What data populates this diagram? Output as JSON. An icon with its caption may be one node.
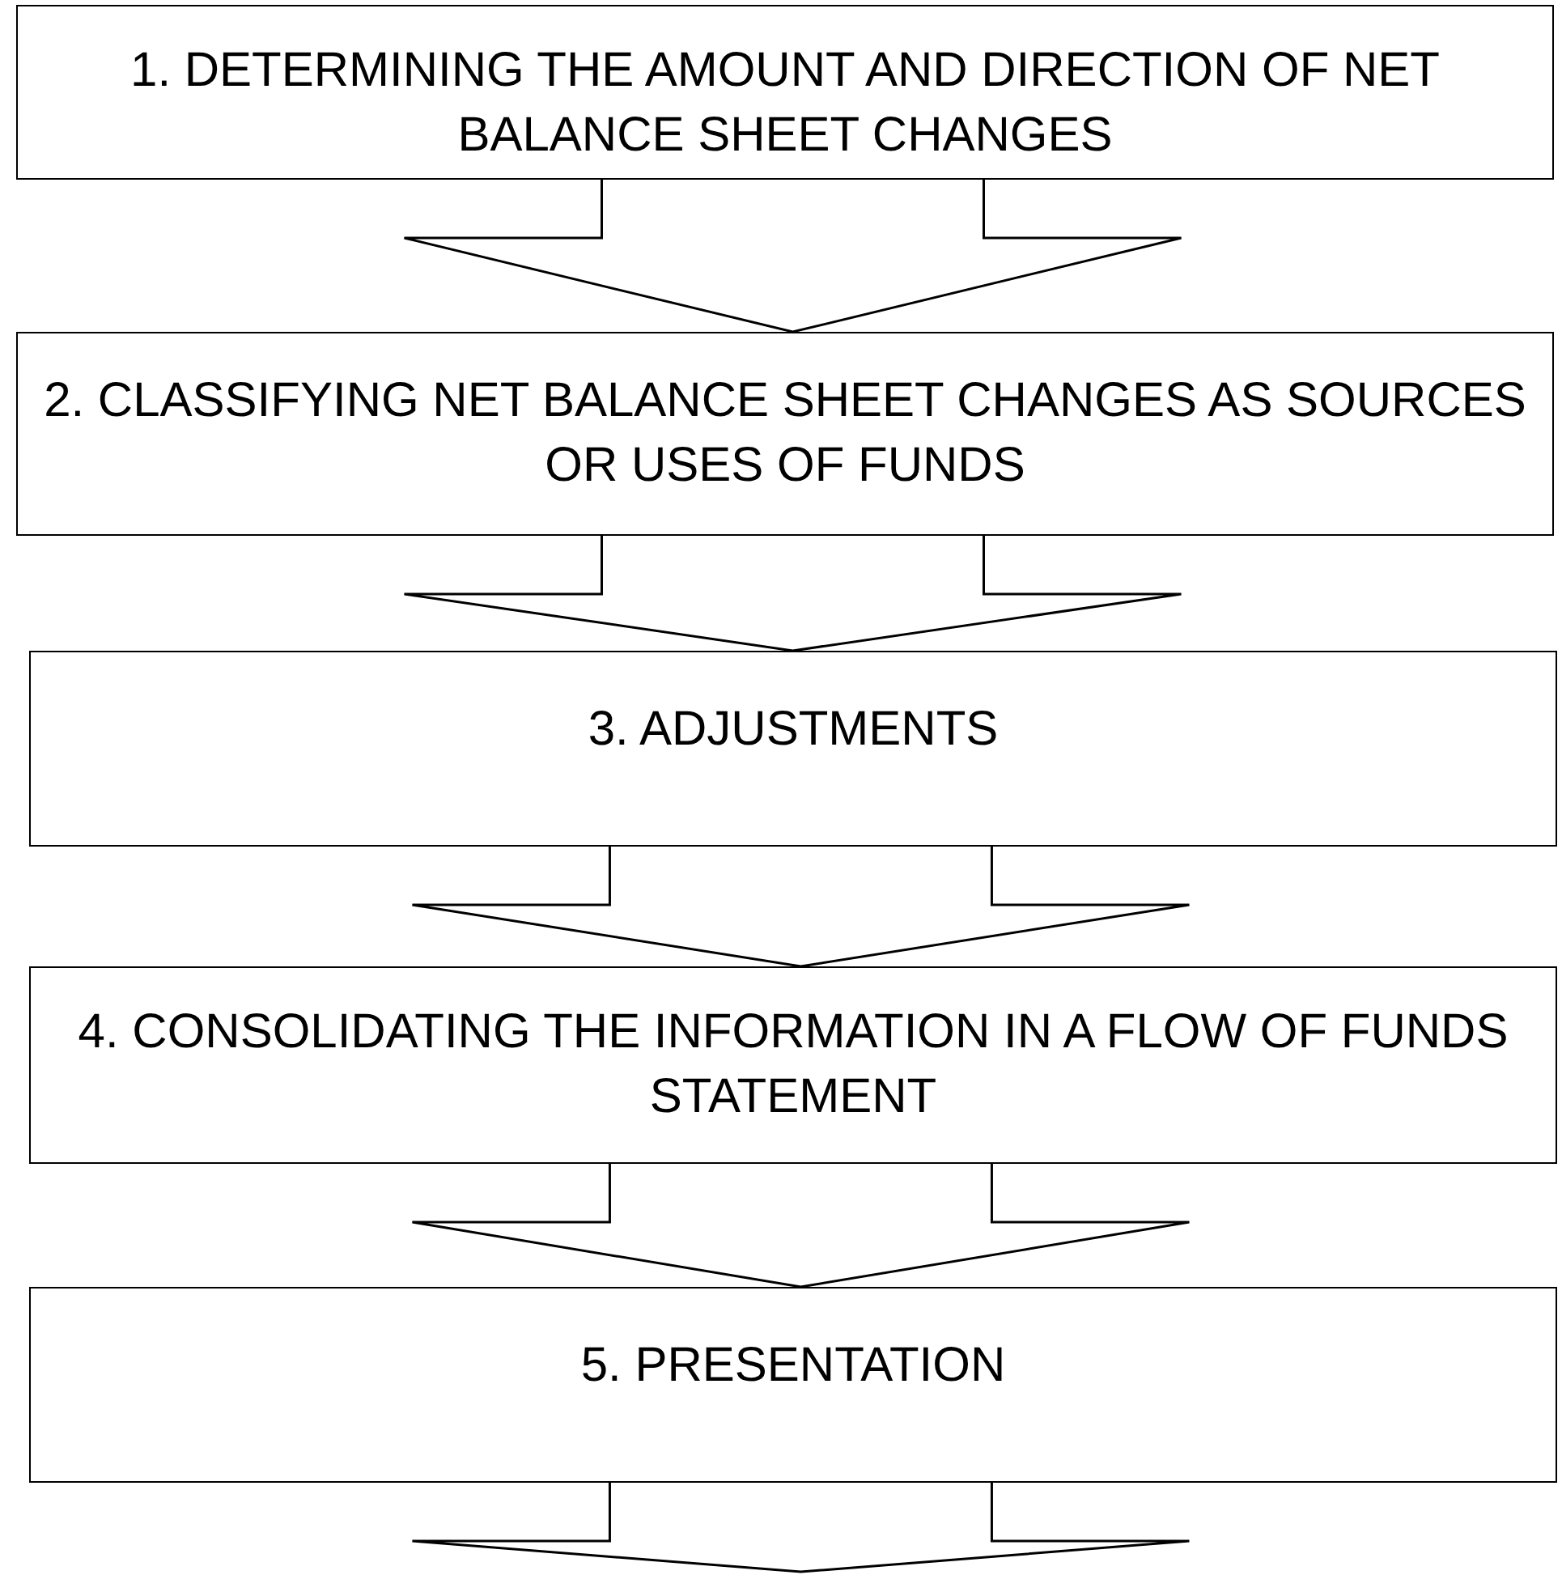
{
  "diagram": {
    "nodes": [
      {
        "text": [
          "1. DETERMINING THE AMOUNT AND DIRECTION OF NET BALANCE SHEET CHANGES"
        ]
      },
      {
        "text": [
          "2. CLASSIFYING NET BALANCE SHEET CHANGES AS SOURCES OR USES OF FUNDS"
        ]
      },
      {
        "text": [
          "3. ADJUSTMENTS"
        ]
      },
      {
        "text": [
          "4. CONSOLIDATING THE INFORMATION IN A FLOW OF FUNDS STATEMENT"
        ]
      },
      {
        "text": [
          "5. PRESENTATION"
        ]
      }
    ],
    "edges": [
      {
        "from": 0,
        "to": 1,
        "arrow": "to"
      },
      {
        "from": 1,
        "to": 2,
        "arrow": "to"
      },
      {
        "from": 2,
        "to": 3,
        "arrow": "to"
      },
      {
        "from": 3,
        "to": 4,
        "arrow": "to"
      },
      {
        "from": 4,
        "to": null,
        "arrow": "to"
      }
    ]
  }
}
